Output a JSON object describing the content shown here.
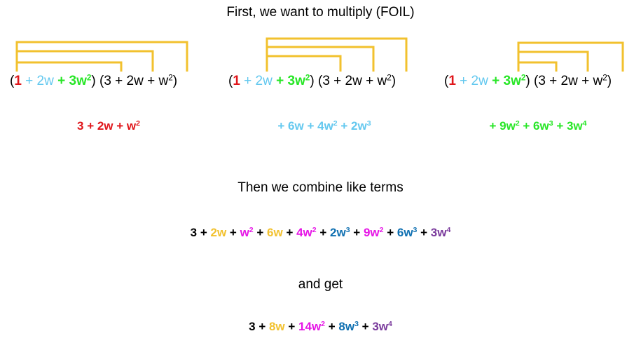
{
  "heading": "First, we want to multiply (FOIL)",
  "colors": {
    "red": "#e0161b",
    "lightblue": "#63c8ef",
    "green": "#27e626",
    "gold": "#f2c12e",
    "magenta": "#e614e6",
    "blue": "#0e6fb1",
    "purple": "#7a3a9c",
    "bracket": "#f2c12e"
  },
  "expression": {
    "open": "(",
    "t1": "1",
    "t2": " + 2w",
    "t3": " + 3w",
    "t3_exp": "2",
    "close": ")",
    "second": " (3 + 2w + w",
    "second_exp": "2",
    "second_close": ")"
  },
  "partials": [
    {
      "color": "red",
      "parts": [
        {
          "text": "3 + 2w + w"
        },
        {
          "sup": "2"
        }
      ]
    },
    {
      "color": "lightblue",
      "parts": [
        {
          "text": "+ 6w + 4w"
        },
        {
          "sup": "2"
        },
        {
          "text": " + 2w"
        },
        {
          "sup": "3"
        }
      ]
    },
    {
      "color": "green",
      "parts": [
        {
          "text": "+ 9w"
        },
        {
          "sup": "2"
        },
        {
          "text": " + 6w"
        },
        {
          "sup": "3"
        },
        {
          "text": " + 3w"
        },
        {
          "sup": "4"
        }
      ]
    }
  ],
  "combine_text": "Then we combine like terms",
  "combined": [
    {
      "text": "3",
      "color": "black"
    },
    {
      "text": " + ",
      "color": "black"
    },
    {
      "text": "2w",
      "color": "gold"
    },
    {
      "text": " + ",
      "color": "black"
    },
    {
      "text": "w",
      "color": "magenta",
      "sup": "2"
    },
    {
      "text": " + ",
      "color": "black"
    },
    {
      "text": "6w",
      "color": "gold"
    },
    {
      "text": " + ",
      "color": "black"
    },
    {
      "text": "4w",
      "color": "magenta",
      "sup": "2"
    },
    {
      "text": " + ",
      "color": "black"
    },
    {
      "text": "2w",
      "color": "blue",
      "sup": "3"
    },
    {
      "text": " + ",
      "color": "black"
    },
    {
      "text": "9w",
      "color": "magenta",
      "sup": "2"
    },
    {
      "text": " + ",
      "color": "black"
    },
    {
      "text": "6w",
      "color": "blue",
      "sup": "3"
    },
    {
      "text": " + ",
      "color": "black"
    },
    {
      "text": "3w",
      "color": "purple",
      "sup": "4"
    }
  ],
  "get_text": "and get",
  "final": [
    {
      "text": "3",
      "color": "black"
    },
    {
      "text": " + ",
      "color": "black"
    },
    {
      "text": "8w",
      "color": "gold"
    },
    {
      "text": " + ",
      "color": "black"
    },
    {
      "text": "14w",
      "color": "magenta",
      "sup": "2"
    },
    {
      "text": " + ",
      "color": "black"
    },
    {
      "text": "8w",
      "color": "blue",
      "sup": "3"
    },
    {
      "text": " + ",
      "color": "black"
    },
    {
      "text": "3w",
      "color": "purple",
      "sup": "4"
    }
  ]
}
